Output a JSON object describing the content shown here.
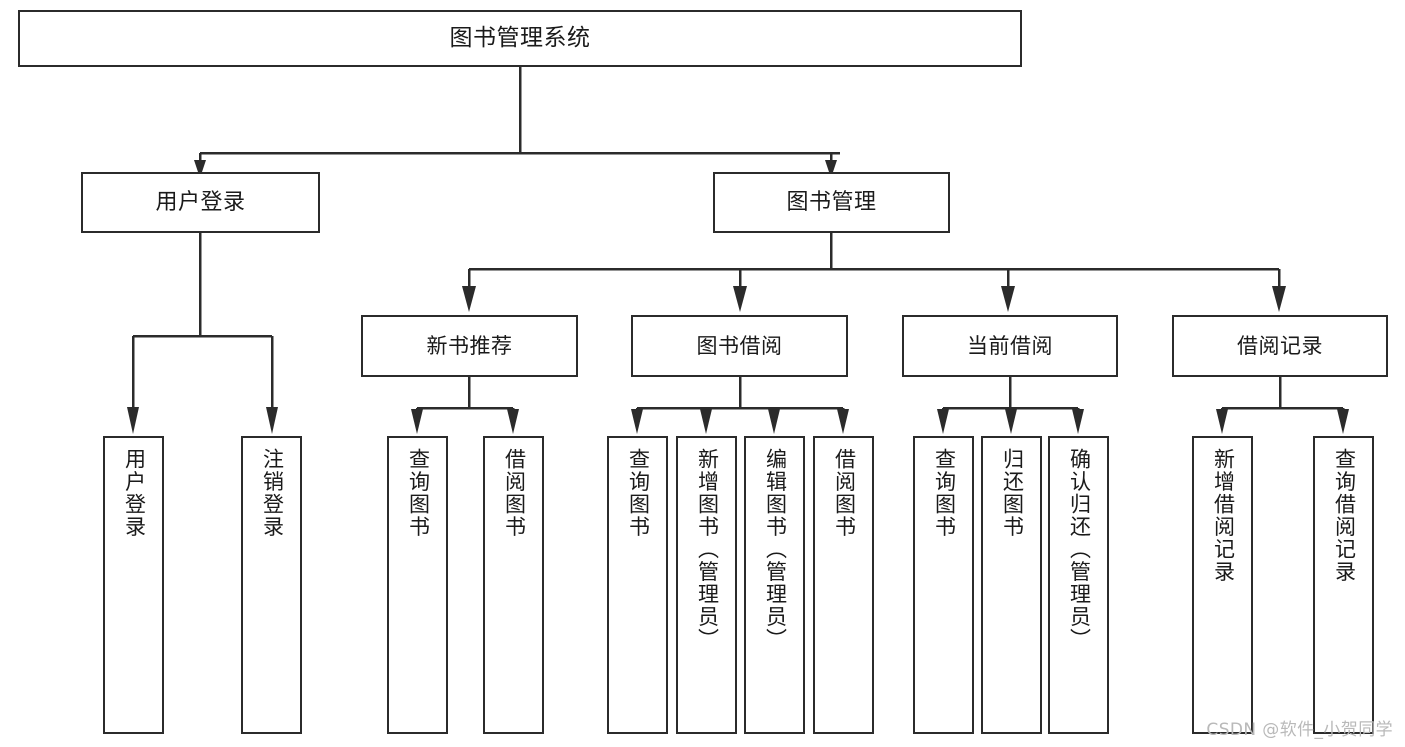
{
  "diagram": {
    "type": "tree",
    "orientation": "top-down",
    "title": "图书管理系统",
    "line_color": "#2b2b2b",
    "box_fill": "#ffffff",
    "text_color": "#1a1a1a",
    "watermark": "CSDN @软件_小贺同学",
    "nodes": {
      "root": {
        "label": "图书管理系统"
      },
      "level2": [
        {
          "id": "user-login",
          "label": "用户登录"
        },
        {
          "id": "book-management",
          "label": "图书管理"
        }
      ],
      "level3": [
        {
          "id": "new-book-recommend",
          "label": "新书推荐",
          "parent": "book-management"
        },
        {
          "id": "book-borrow",
          "label": "图书借阅",
          "parent": "book-management"
        },
        {
          "id": "current-borrow",
          "label": "当前借阅",
          "parent": "book-management"
        },
        {
          "id": "borrow-record",
          "label": "借阅记录",
          "parent": "book-management"
        }
      ],
      "leaves": [
        {
          "id": "leaf-user-login",
          "label": "用户登录",
          "parent": "user-login"
        },
        {
          "id": "leaf-logout",
          "label": "注销登录",
          "parent": "user-login"
        },
        {
          "id": "leaf-query-book-1",
          "label": "查询图书",
          "parent": "new-book-recommend"
        },
        {
          "id": "leaf-borrow-book-1",
          "label": "借阅图书",
          "parent": "new-book-recommend"
        },
        {
          "id": "leaf-query-book-2",
          "label": "查询图书",
          "parent": "book-borrow"
        },
        {
          "id": "leaf-add-book",
          "label": "新增图书（管理员）",
          "parent": "book-borrow"
        },
        {
          "id": "leaf-edit-book",
          "label": "编辑图书（管理员）",
          "parent": "book-borrow"
        },
        {
          "id": "leaf-borrow-book-2",
          "label": "借阅图书",
          "parent": "book-borrow"
        },
        {
          "id": "leaf-query-book-3",
          "label": "查询图书",
          "parent": "current-borrow"
        },
        {
          "id": "leaf-return-book",
          "label": "归还图书",
          "parent": "current-borrow"
        },
        {
          "id": "leaf-confirm-return",
          "label": "确认归还（管理员）",
          "parent": "current-borrow"
        },
        {
          "id": "leaf-add-record",
          "label": "新增借阅记录",
          "parent": "borrow-record"
        },
        {
          "id": "leaf-query-record",
          "label": "查询借阅记录",
          "parent": "borrow-record"
        }
      ]
    }
  }
}
